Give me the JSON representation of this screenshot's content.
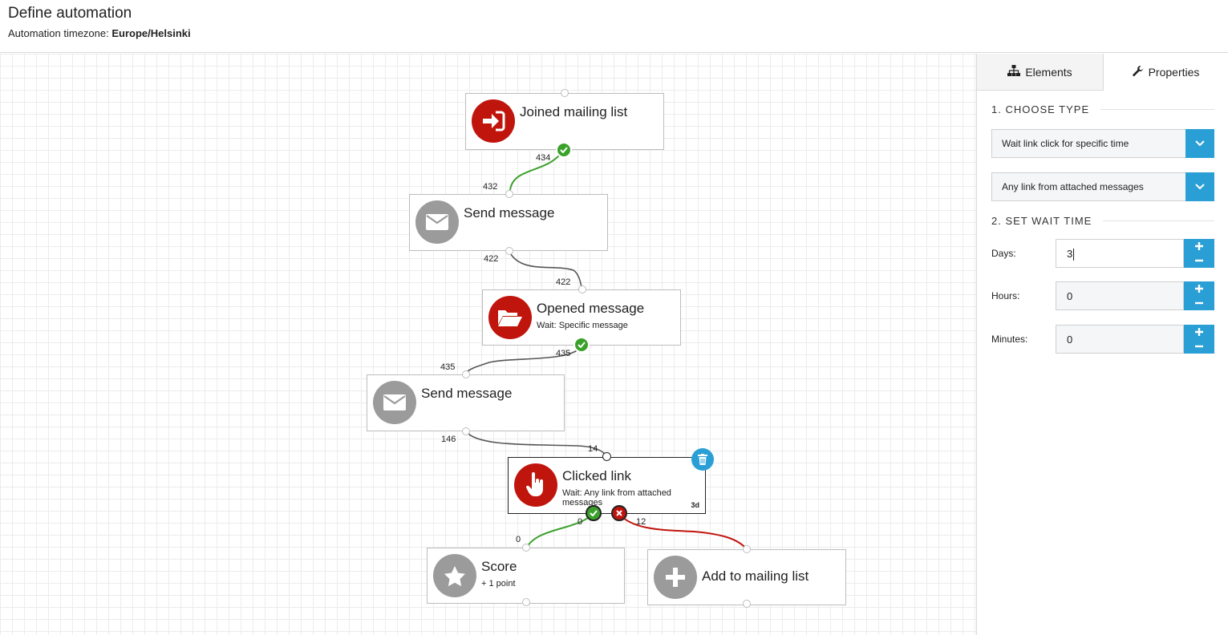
{
  "header": {
    "title": "Define automation",
    "timezone_label": "Automation timezone:",
    "timezone_value": "Europe/Helsinki"
  },
  "flow": {
    "nodes": [
      {
        "title": "Joined mailing list",
        "subtitle": "",
        "icon": "sign-in-icon",
        "color": "#c0150d"
      },
      {
        "title": "Send message",
        "subtitle": "",
        "icon": "envelope-icon",
        "color": "#9b9b9b"
      },
      {
        "title": "Opened message",
        "subtitle": "Wait: Specific message",
        "icon": "folder-open-icon",
        "color": "#c0150d"
      },
      {
        "title": "Send message",
        "subtitle": "",
        "icon": "envelope-icon",
        "color": "#9b9b9b"
      },
      {
        "title": "Clicked link",
        "subtitle": "Wait: Any link from attached messages",
        "badge": "3d",
        "icon": "hand-pointer-icon",
        "color": "#c0150d"
      },
      {
        "title": "Score",
        "subtitle": "+ 1 point",
        "icon": "star-icon",
        "color": "#9b9b9b"
      },
      {
        "title": "Add to mailing list",
        "subtitle": "",
        "icon": "plus-icon",
        "color": "#9b9b9b"
      }
    ],
    "counts": {
      "c434": "434",
      "c432": "432",
      "c422a": "422",
      "c422b": "422",
      "c435a": "435",
      "c435b": "435",
      "c146": "146",
      "c14": "14",
      "c0a": "0",
      "c0b": "0",
      "c12": "12"
    }
  },
  "panel": {
    "tabs": {
      "elements": "Elements",
      "properties": "Properties"
    },
    "section1": "1. CHOOSE TYPE",
    "type_select": "Wait link click for specific time",
    "link_select": "Any link from attached messages",
    "section2": "2. SET WAIT TIME",
    "days_label": "Days:",
    "days_value": "3",
    "hours_label": "Hours:",
    "hours_value": "0",
    "minutes_label": "Minutes:",
    "minutes_value": "0"
  },
  "colors": {
    "accent": "#2a9fd6",
    "red": "#c0150d",
    "green": "#3aa12a",
    "grey": "#9b9b9b"
  }
}
